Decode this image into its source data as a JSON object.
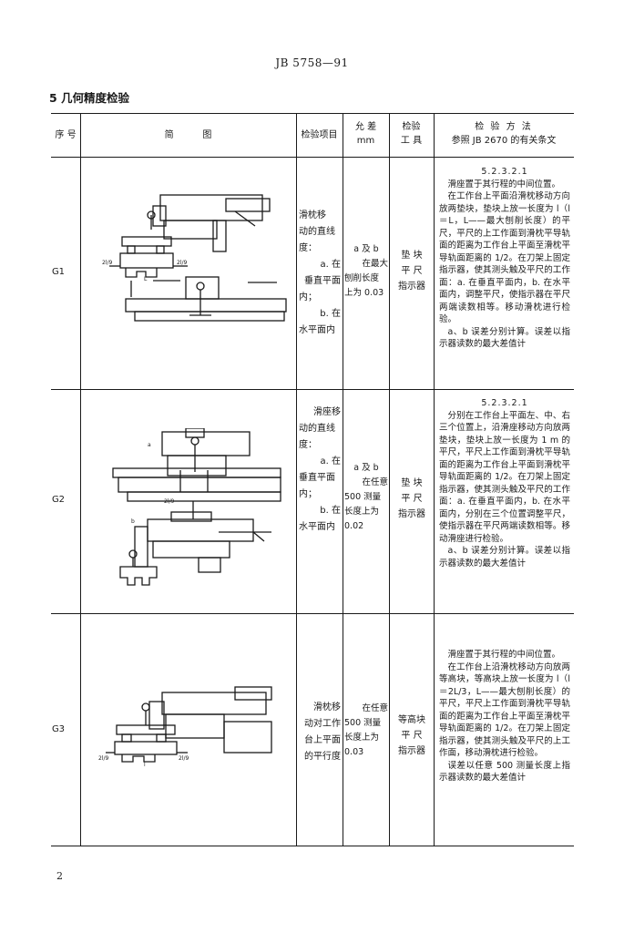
{
  "header": {
    "standard": "JB 5758—91"
  },
  "section": {
    "title": "5  几何精度检验"
  },
  "table": {
    "headers": {
      "no": "序 号",
      "diagram": "简          图",
      "item": "检验项目",
      "tolerance_line1": "允  差",
      "tolerance_line2": "mm",
      "tool_line1": "检验",
      "tool_line2": "工 具",
      "method_line1": "检 验 方 法",
      "method_line2": "参照 JB 2670 的有关条文"
    },
    "rows": [
      {
        "no": "G1",
        "item": [
          "滑枕移",
          "动的直线",
          "度：",
          "a. 在",
          "垂直平面",
          "内；",
          "b. 在",
          "水平面内"
        ],
        "tolerance": [
          "a 及 b",
          "在最大",
          "刨削长度",
          "上为 0.03"
        ],
        "tool": [
          "垫 块",
          "平 尺",
          "指示器"
        ],
        "method": {
          "clause": "5.2.3.2.1",
          "paragraphs": [
            "滑座置于其行程的中间位置。",
            "在工作台上平面沿滑枕移动方向放两垫块，垫块上放一长度为 l（l＝L，L——最大刨削长度）的平尺，平尺的上工作面到滑枕平导轨面的距离为工作台上平面至滑枕平导轨面距离的 1/2。在刀架上固定指示器，使其测头触及平尺的工作面：a. 在垂直平面内，b. 在水平面内，调整平尺，使指示器在平尺两端读数相等。移动滑枕进行检验。",
            "a、b 误差分别计算。误差以指示器读数的最大差值计"
          ]
        },
        "labels": [
          "2l/9",
          "2l/9",
          "L"
        ]
      },
      {
        "no": "G2",
        "item": [
          "滑座移",
          "动的直线",
          "度：",
          "a. 在",
          "垂直平面",
          "内；",
          "b. 在",
          "水平面内"
        ],
        "tolerance": [
          "a 及 b",
          "在任意",
          "500 测量",
          "长度上为",
          "0.02"
        ],
        "tool": [
          "垫 块",
          "平 尺",
          "指示器"
        ],
        "method": {
          "clause": "5.2.3.2.1",
          "paragraphs": [
            "分别在工作台上平面左、中、右三个位置上，沿滑座移动方向放两垫块，垫块上放一长度为 1 m 的平尺，平尺上工作面到滑枕平导轨面的距离为工作台上平面到滑枕平导轨面距离的 1/2。在刀架上固定指示器，使其测头触及平尺的工作面：a. 在垂直平面内，b. 在水平面内，分别在三个位置调整平尺，使指示器在平尺两端读数相等。移动滑座进行检验。",
            "a、b 误差分别计算。误差以指示器读数的最大差值计"
          ]
        },
        "labels": [
          "2l/9",
          "a",
          "b"
        ]
      },
      {
        "no": "G3",
        "item": [
          "滑枕移",
          "动对工作",
          "台上平面",
          "的平行度"
        ],
        "tolerance": [
          "在任意",
          "500 测量",
          "长度上为",
          "0.03"
        ],
        "tool": [
          "等高块",
          "平 尺",
          "指示器"
        ],
        "method": {
          "clause": "",
          "paragraphs": [
            "滑座置于其行程的中间位置。",
            "在工作台上沿滑枕移动方向放两等高块，等高块上放一长度为 l（l＝2L/3，L——最大刨削长度）的平尺，平尺上工作面到滑枕平导轨面的距离为工作台上平面至滑枕平导轨面距离的 1/2。在刀架上固定指示器，使其测头触及平尺的上工作面，移动滑枕进行检验。",
            "误差以任意 500 测量长度上指示器读数的最大差值计"
          ]
        },
        "labels": [
          "2l/9",
          "2l/9",
          "l"
        ]
      }
    ]
  },
  "footer": {
    "page": "2"
  }
}
